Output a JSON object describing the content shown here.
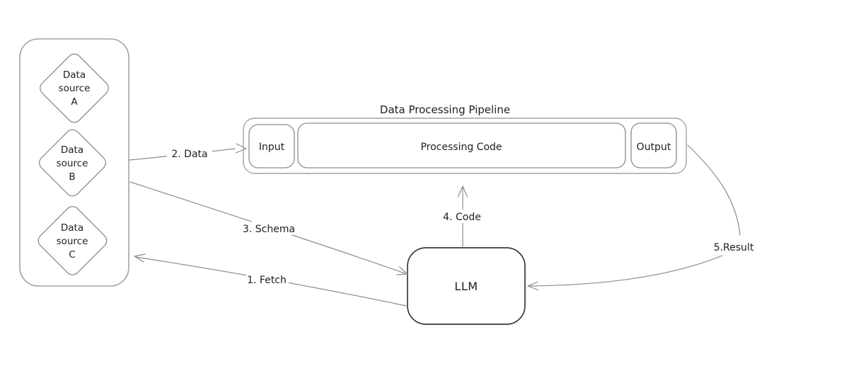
{
  "diagram": {
    "title": "Data Processing Pipeline",
    "colors": {
      "background": "#ffffff",
      "container_stroke": "#a3a3a3",
      "shape_stroke": "#8c8c8c",
      "llm_stroke": "#3a3a3a",
      "arrow_stroke": "#8c8c8c",
      "text": "#1e1e1e"
    },
    "sources": {
      "a": {
        "lines": [
          "Data",
          "source",
          "A"
        ]
      },
      "b": {
        "lines": [
          "Data",
          "source",
          "B"
        ]
      },
      "c": {
        "lines": [
          "Data",
          "source",
          "C"
        ]
      }
    },
    "pipeline": {
      "input_label": "Input",
      "processing_label": "Processing Code",
      "output_label": "Output"
    },
    "llm_label": "LLM",
    "arrows": {
      "fetch": "1. Fetch",
      "data": "2. Data",
      "schema": "3. Schema",
      "code": "4. Code",
      "result": "5.Result"
    }
  }
}
